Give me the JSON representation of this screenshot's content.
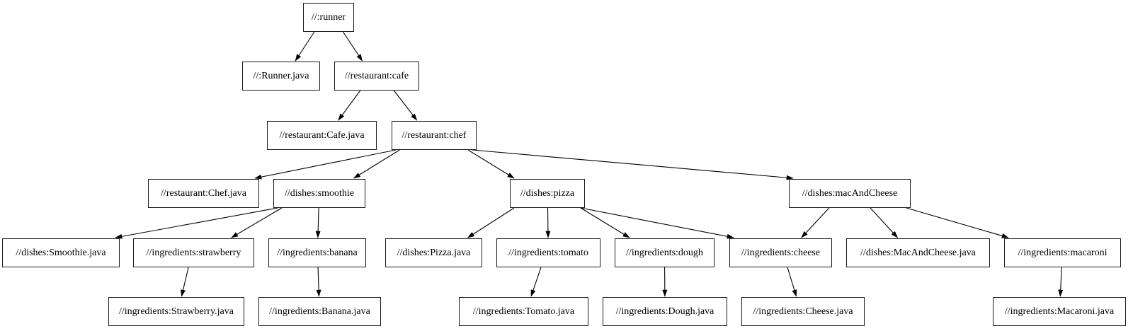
{
  "graph": {
    "background_color": "#ffffff",
    "node_fill_color": "#ffffff",
    "node_border_color": "#000000",
    "edge_color": "#000000",
    "text_color": "#000000",
    "nodes": [
      {
        "id": "runner",
        "label": "//:runner"
      },
      {
        "id": "runner_java",
        "label": "//:Runner.java"
      },
      {
        "id": "cafe",
        "label": "//restaurant:cafe"
      },
      {
        "id": "cafe_java",
        "label": "//restaurant:Cafe.java"
      },
      {
        "id": "chef",
        "label": "//restaurant:chef"
      },
      {
        "id": "chef_java",
        "label": "//restaurant:Chef.java"
      },
      {
        "id": "smoothie",
        "label": "//dishes:smoothie"
      },
      {
        "id": "pizza",
        "label": "//dishes:pizza"
      },
      {
        "id": "macandcheese",
        "label": "//dishes:macAndCheese"
      },
      {
        "id": "smoothie_java",
        "label": "//dishes:Smoothie.java"
      },
      {
        "id": "strawberry",
        "label": "//ingredients:strawberry"
      },
      {
        "id": "banana",
        "label": "//ingredients:banana"
      },
      {
        "id": "pizza_java",
        "label": "//dishes:Pizza.java"
      },
      {
        "id": "tomato",
        "label": "//ingredients:tomato"
      },
      {
        "id": "dough",
        "label": "//ingredients:dough"
      },
      {
        "id": "cheese",
        "label": "//ingredients:cheese"
      },
      {
        "id": "macandcheese_java",
        "label": "//dishes:MacAndCheese.java"
      },
      {
        "id": "macaroni",
        "label": "//ingredients:macaroni"
      },
      {
        "id": "strawberry_java",
        "label": "//ingredients:Strawberry.java"
      },
      {
        "id": "banana_java",
        "label": "//ingredients:Banana.java"
      },
      {
        "id": "tomato_java",
        "label": "//ingredients:Tomato.java"
      },
      {
        "id": "dough_java",
        "label": "//ingredients:Dough.java"
      },
      {
        "id": "cheese_java",
        "label": "//ingredients:Cheese.java"
      },
      {
        "id": "macaroni_java",
        "label": "//ingredients:Macaroni.java"
      }
    ],
    "edges": [
      {
        "from": "runner",
        "to": "runner_java"
      },
      {
        "from": "runner",
        "to": "cafe"
      },
      {
        "from": "cafe",
        "to": "cafe_java"
      },
      {
        "from": "cafe",
        "to": "chef"
      },
      {
        "from": "chef",
        "to": "chef_java"
      },
      {
        "from": "chef",
        "to": "smoothie"
      },
      {
        "from": "chef",
        "to": "pizza"
      },
      {
        "from": "chef",
        "to": "macandcheese"
      },
      {
        "from": "smoothie",
        "to": "smoothie_java"
      },
      {
        "from": "smoothie",
        "to": "strawberry"
      },
      {
        "from": "smoothie",
        "to": "banana"
      },
      {
        "from": "pizza",
        "to": "pizza_java"
      },
      {
        "from": "pizza",
        "to": "tomato"
      },
      {
        "from": "pizza",
        "to": "dough"
      },
      {
        "from": "pizza",
        "to": "cheese"
      },
      {
        "from": "macandcheese",
        "to": "cheese"
      },
      {
        "from": "macandcheese",
        "to": "macandcheese_java"
      },
      {
        "from": "macandcheese",
        "to": "macaroni"
      },
      {
        "from": "strawberry",
        "to": "strawberry_java"
      },
      {
        "from": "banana",
        "to": "banana_java"
      },
      {
        "from": "tomato",
        "to": "tomato_java"
      },
      {
        "from": "dough",
        "to": "dough_java"
      },
      {
        "from": "cheese",
        "to": "cheese_java"
      },
      {
        "from": "macaroni",
        "to": "macaroni_java"
      }
    ]
  }
}
